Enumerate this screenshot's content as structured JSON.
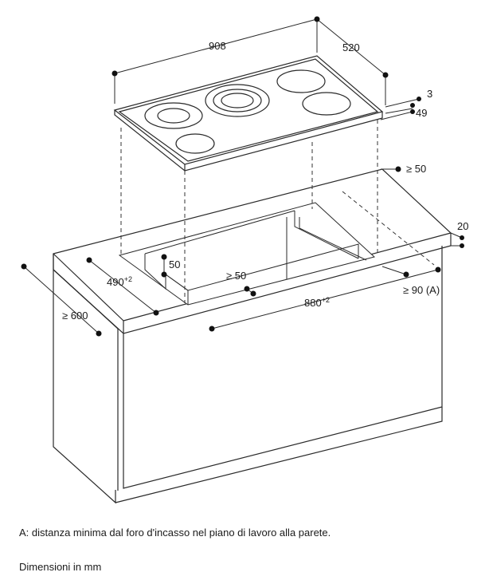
{
  "dimensions": {
    "hob_width": "908",
    "hob_depth": "520",
    "hob_glass_thickness": "3",
    "hob_height": "49",
    "rear_clearance": "≥ 50",
    "worktop_thickness": "20",
    "cutout_depth_base": "490",
    "cutout_depth_tol": "+2",
    "front_clearance": "50",
    "side_clearance": "≥ 50",
    "wall_clearance": "≥ 90 (A)",
    "cutout_width_base": "880",
    "cutout_width_tol": "+2",
    "cabinet_depth": "≥ 600"
  },
  "notes": {
    "footnote": "A: distanza minima dal foro d'incasso nel piano di lavoro alla parete.",
    "units": "Dimensioni in mm"
  }
}
